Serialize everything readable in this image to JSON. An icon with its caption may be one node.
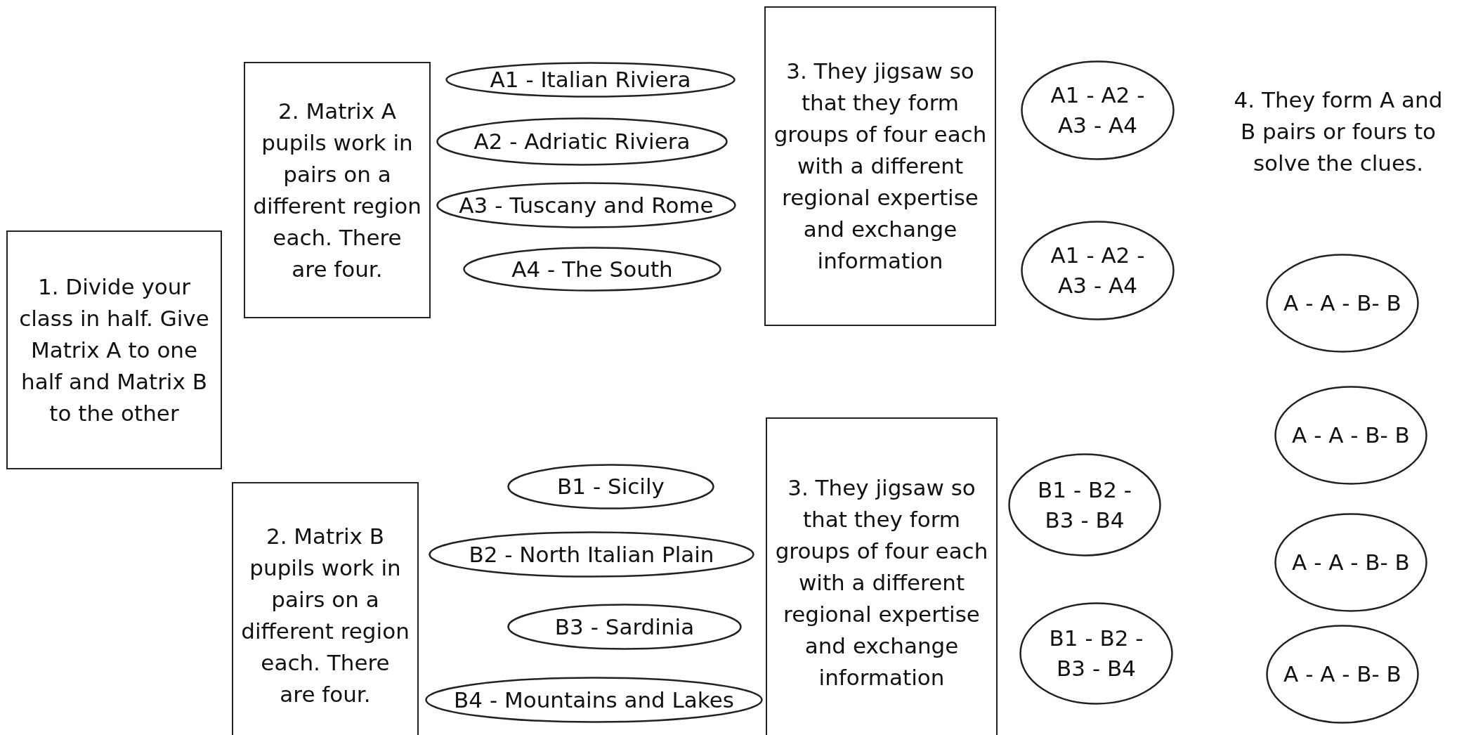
{
  "diagram": {
    "nodes": [
      {
        "text": [
          "1. Divide your class in half. Give Matrix A to one half and Matrix B to the other"
        ]
      },
      {
        "text": [
          "2. Matrix A pupils work in pairs on a different region each. There are four."
        ]
      },
      {
        "text": [
          "A1 - Italian Riviera"
        ]
      },
      {
        "text": [
          "A2 - Adriatic Riviera"
        ]
      },
      {
        "text": [
          "A3 - Tuscany and Rome"
        ]
      },
      {
        "text": [
          "A4 - The South"
        ]
      },
      {
        "text": [
          "3. They jigsaw so that they form groups of four each with a different regional expertise and exchange information"
        ]
      },
      {
        "text": [
          "A1 - A2 - A3 - A4"
        ]
      },
      {
        "text": [
          "A1 - A2 - A3 - A4"
        ]
      },
      {
        "text": [
          "2. Matrix B pupils work in pairs on a different region each. There are four."
        ]
      },
      {
        "text": [
          "B1 - Sicily"
        ]
      },
      {
        "text": [
          "B2 - North Italian Plain"
        ]
      },
      {
        "text": [
          "B3 - Sardinia"
        ]
      },
      {
        "text": [
          "B4 - Mountains and Lakes"
        ]
      },
      {
        "text": [
          "3. They jigsaw so that they form groups of four each with a different regional expertise and exchange information"
        ]
      },
      {
        "text": [
          "B1 - B2 - B3 - B4"
        ]
      },
      {
        "text": [
          "B1 - B2 - B3 - B4"
        ]
      },
      {
        "text": [
          "A - A - B- B"
        ]
      },
      {
        "text": [
          "A - A - B- B"
        ]
      },
      {
        "text": [
          "A - A - B- B"
        ]
      },
      {
        "text": [
          "A - A - B- B"
        ]
      }
    ],
    "edges": [],
    "labels": [
      "4. They form A and B pairs or fours to solve the clues."
    ]
  }
}
